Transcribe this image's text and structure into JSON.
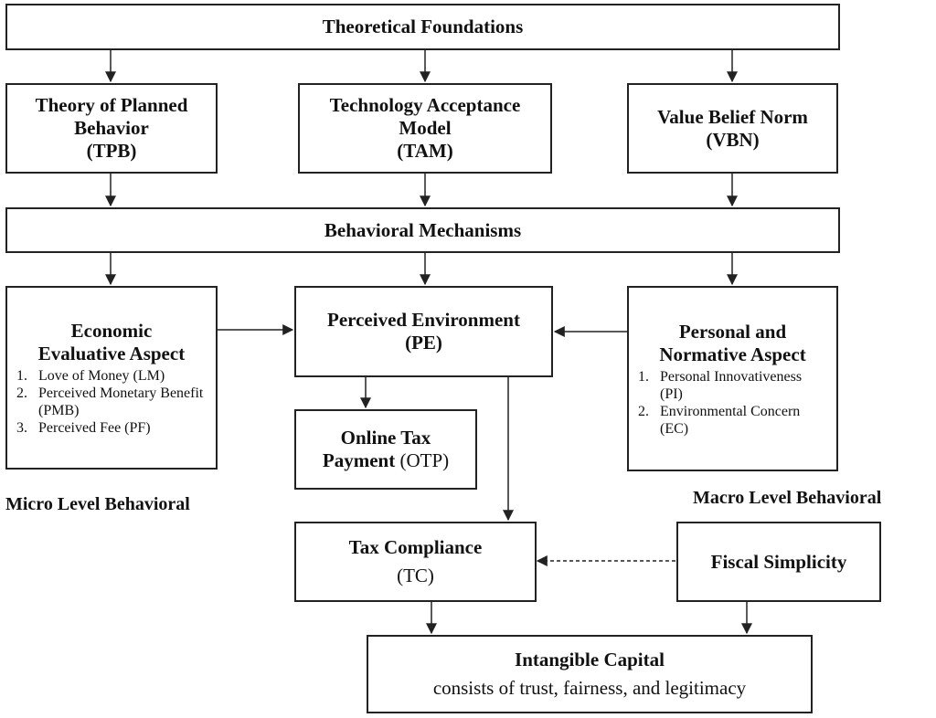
{
  "header": {
    "title": "Theoretical Foundations"
  },
  "theories": {
    "tpb": {
      "lines": [
        "Theory of Planned",
        "Behavior",
        "(TPB)"
      ]
    },
    "tam": {
      "lines": [
        "Technology Acceptance",
        "Model",
        "(TAM)"
      ]
    },
    "vbn": {
      "lines": [
        "Value Belief Norm",
        "(VBN)"
      ]
    }
  },
  "mechanisms": {
    "title": "Behavioral Mechanisms"
  },
  "economic": {
    "title_lines": [
      "Economic",
      "Evaluative Aspect"
    ],
    "items": [
      {
        "num": "1.",
        "text": "Love of Money (LM)"
      },
      {
        "num": "2.",
        "text": "Perceived Monetary Benefit (PMB)"
      },
      {
        "num": "3.",
        "text": "Perceived Fee (PF)"
      }
    ]
  },
  "perceived_env": {
    "lines": [
      "Perceived Environment",
      "(PE)"
    ]
  },
  "personal": {
    "title_lines": [
      "Personal and",
      "Normative Aspect"
    ],
    "items": [
      {
        "num": "1.",
        "text": "Personal Innovativeness (PI)"
      },
      {
        "num": "2.",
        "text": "Environmental Concern (EC)"
      }
    ]
  },
  "online_tax": {
    "line1": "Online Tax",
    "line2_bold": "Payment",
    "line2_rest": " (OTP)"
  },
  "labels": {
    "micro": "Micro Level Behavioral",
    "macro": "Macro Level Behavioral"
  },
  "tax_compliance": {
    "title": "Tax Compliance",
    "abbr": "(TC)"
  },
  "fiscal": {
    "title": "Fiscal Simplicity"
  },
  "intangible": {
    "title": "Intangible Capital",
    "subtitle": "consists of trust, fairness, and legitimacy"
  },
  "colors": {
    "stroke": "#222222",
    "background": "#ffffff",
    "text": "#111111"
  }
}
